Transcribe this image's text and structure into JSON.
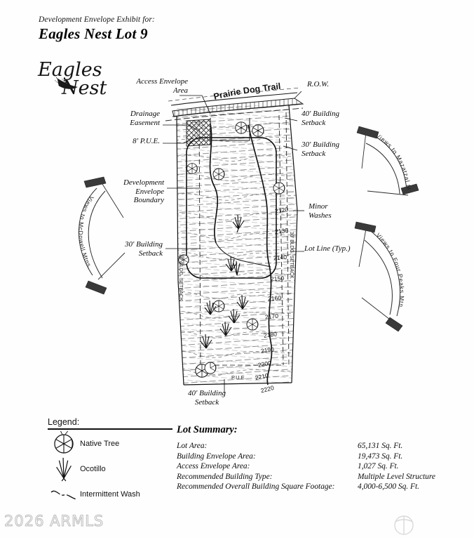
{
  "document": {
    "subtitle": "Development Envelope Exhibit for:",
    "title": "Eagles Nest Lot 9",
    "logo": {
      "line1": "Eagles",
      "line2": "Nest"
    }
  },
  "plan": {
    "street_name": "Prairie Dog Trail",
    "annotations": {
      "access_envelope": "Access Envelope\nArea",
      "drainage_easement": "Drainage\nEasement",
      "pue_left": "8' P.U.E.",
      "row": "R.O.W.",
      "setback_40_top": "40' Building\nSetback",
      "setback_30_top": "30' Building\nSetback",
      "development_envelope": "Development\nEnvelope\nBoundary",
      "setback_30_left": "30' Building\nSetback",
      "minor_washes": "Minor\nWashes",
      "lot_line": "Lot Line (Typ.)",
      "setback_40_bottom": "40' Building\nSetback",
      "pue_bottom": "P.U.E."
    },
    "view_arcs": [
      {
        "name": "views-mcdowell",
        "label": "Views to McDowell Mtns."
      },
      {
        "name": "views-mazatzal",
        "label": "Views to Mazatzal Mtns."
      },
      {
        "name": "views-four-peaks",
        "label": "Views to Four Peaks Mtn."
      }
    ],
    "contour_labels": [
      "2120",
      "2130",
      "2140",
      "2150",
      "2160",
      "2170",
      "2180",
      "2190",
      "2200",
      "2210",
      "2220"
    ],
    "setback_tick_label": "30' BLDG. SETBACK"
  },
  "legend": {
    "title": "Legend:",
    "items": [
      {
        "icon": "native-tree-icon",
        "label": "Native Tree"
      },
      {
        "icon": "ocotillo-icon",
        "label": "Ocotillo"
      },
      {
        "icon": "intermittent-wash-icon",
        "label": "Intermittent Wash"
      }
    ]
  },
  "lot_summary": {
    "title": "Lot Summary:",
    "rows": [
      {
        "key": "Lot Area:",
        "value": "65,131 Sq. Ft."
      },
      {
        "key": "Building Envelope Area:",
        "value": "19,473 Sq. Ft."
      },
      {
        "key": "Access Envelope Area:",
        "value": "1,027 Sq. Ft."
      },
      {
        "key": "Recommended Building Type:",
        "value": "Multiple Level Structure"
      },
      {
        "key": "Recommended Overall Building Square Footage:",
        "value": "4,000-6,500 Sq. Ft."
      }
    ]
  },
  "watermark": {
    "text": "2026 ARMLS"
  },
  "colors": {
    "ink": "#0d0d0d",
    "hatch": "#5a5a5a",
    "paper": "#ffffff",
    "watermark": "#b9b9b9"
  }
}
